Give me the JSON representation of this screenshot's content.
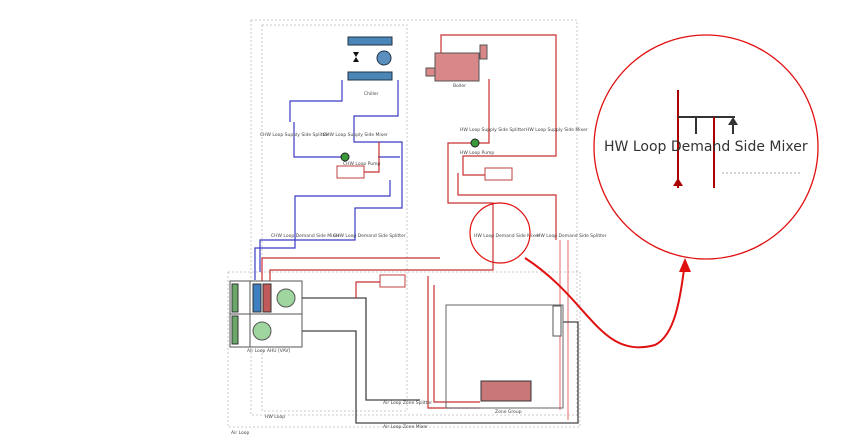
{
  "colors": {
    "chw": "#3b3bc4",
    "hw": "#c83030",
    "air": "#444444",
    "callout": "#e01010"
  },
  "labels": {
    "chiller": "Chiller",
    "chw_supply_splitter": "CHW Loop Supply Side Splitter",
    "chw_supply_mixer": "CHW Loop Supply Side Mixer",
    "chw_pump": "CHW Loop Pump",
    "chw_demand_mixer": "CHW Loop Demand Side Mixer",
    "chw_demand_splitter": "CHW Loop Demand Side Splitter",
    "boiler": "Boiler",
    "hw_supply_splitter": "HW Loop Supply Side Splitter",
    "hw_supply_mixer": "HW Loop Supply Side Mixer",
    "hw_pump": "HW Loop Pump",
    "hw_demand_mixer": "HW Loop Demand Side Mixer",
    "hw_demand_splitter": "HW Loop Demand Side Splitter",
    "ahu": "Air Loop AHU [VAV]",
    "zone_splitter": "Air Loop Zone Splitter",
    "zone_mixer": "Air Loop Zone Mixer",
    "zone_group": "Zone Group",
    "hw_loop": "HW Loop",
    "air_loop": "Air Loop"
  },
  "callout": {
    "title": "HW Loop Demand Side Mixer"
  }
}
